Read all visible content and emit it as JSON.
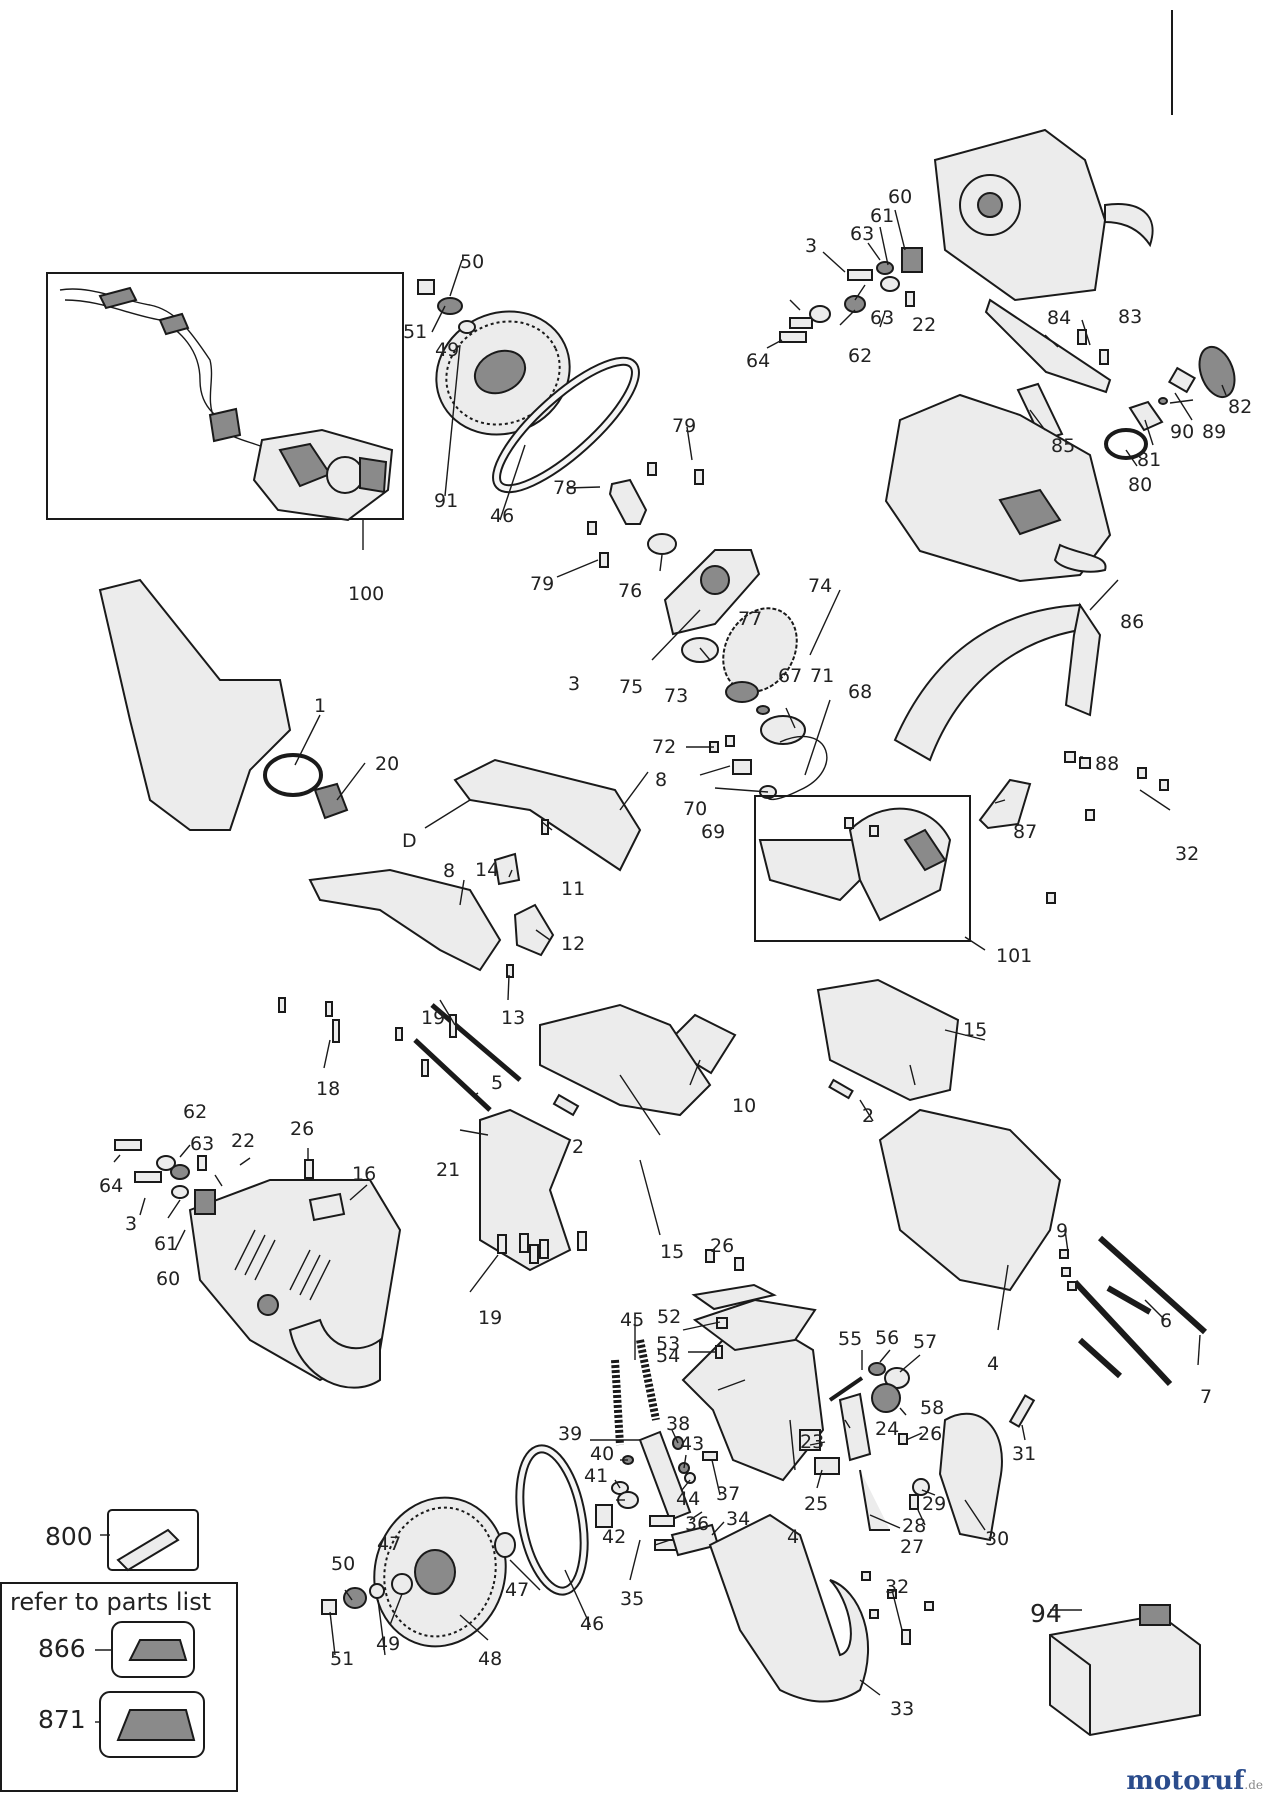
{
  "diagram": {
    "labels": [
      "1",
      "2",
      "2",
      "3",
      "3",
      "3",
      "4",
      "4",
      "5",
      "6",
      "7",
      "8",
      "8",
      "9",
      "10",
      "11",
      "12",
      "13",
      "14",
      "15",
      "15",
      "16",
      "18",
      "19",
      "19",
      "20",
      "21",
      "22",
      "22",
      "23",
      "24",
      "25",
      "26",
      "26",
      "26",
      "27",
      "28",
      "29",
      "30",
      "31",
      "32",
      "32",
      "33",
      "34",
      "35",
      "36",
      "37",
      "38",
      "39",
      "40",
      "41",
      "42",
      "43",
      "44",
      "45",
      "46",
      "46",
      "47",
      "47",
      "48",
      "49",
      "49",
      "50",
      "50",
      "51",
      "51",
      "52",
      "53",
      "54",
      "55",
      "56",
      "57",
      "58",
      "60",
      "60",
      "61",
      "61",
      "62",
      "62",
      "63",
      "63",
      "63",
      "64",
      "64",
      "67",
      "68",
      "69",
      "70",
      "71",
      "72",
      "73",
      "74",
      "75",
      "76",
      "77",
      "78",
      "79",
      "79",
      "80",
      "81",
      "82",
      "83",
      "84",
      "85",
      "86",
      "87",
      "88",
      "89",
      "90",
      "91",
      "100",
      "101",
      "D",
      "800",
      "94"
    ],
    "ref_title": "refer to parts list",
    "ref_items": [
      "866",
      "871"
    ],
    "watermark": "motoruf",
    "watermark_suffix": ".de"
  }
}
